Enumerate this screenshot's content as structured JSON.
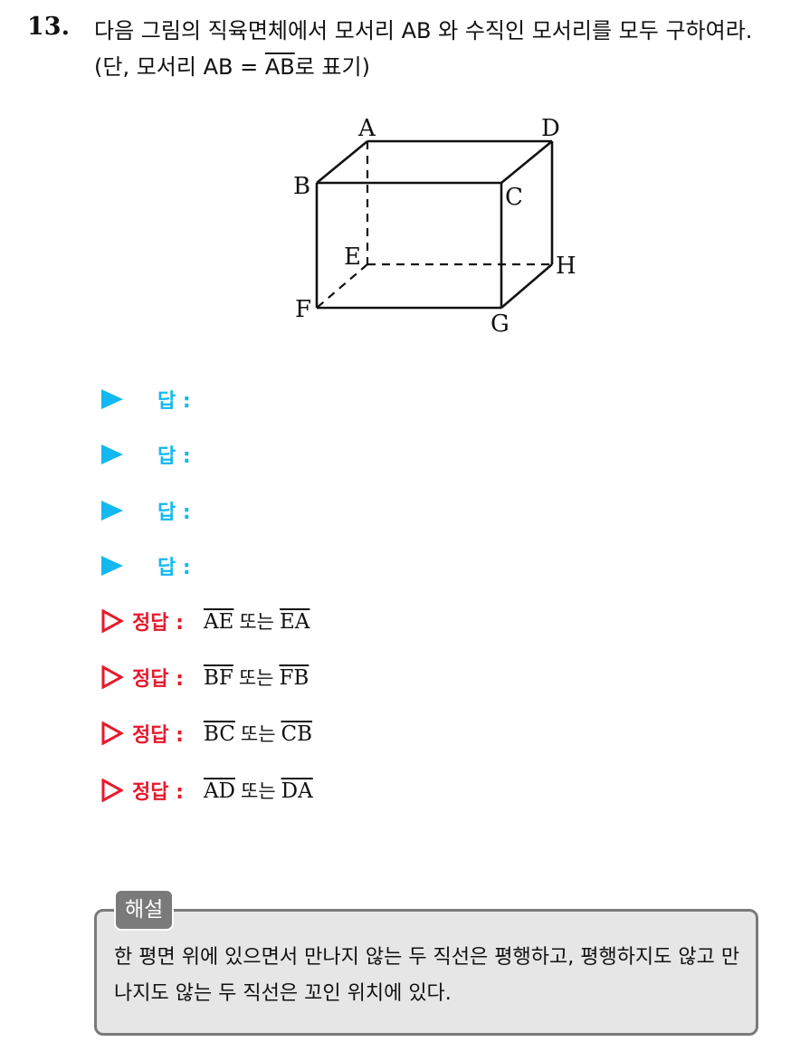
{
  "question": {
    "number": "13.",
    "text_part1": "다음 그림의 직육면체에서 모서리 AB 와 수직인 모서리를 모두 구하여라.(단, 모서리 AB = ",
    "text_over": "AB",
    "text_part2": "로 표기)"
  },
  "figure": {
    "vertices": {
      "A": "A",
      "B": "B",
      "C": "C",
      "D": "D",
      "E": "E",
      "F": "F",
      "G": "G",
      "H": "H"
    }
  },
  "answers": [
    {
      "label": "답 :"
    },
    {
      "label": "답 :"
    },
    {
      "label": "답 :"
    },
    {
      "label": "답 :"
    }
  ],
  "solutions": [
    {
      "label": "정답 :",
      "a": "AE",
      "conj": "또는",
      "b": "EA"
    },
    {
      "label": "정답 :",
      "a": "BF",
      "conj": "또는",
      "b": "FB"
    },
    {
      "label": "정답 :",
      "a": "BC",
      "conj": "또는",
      "b": "CB"
    },
    {
      "label": "정답 :",
      "a": "AD",
      "conj": "또는",
      "b": "DA"
    }
  ],
  "explanation": {
    "tag": "해설",
    "text": "한 평면 위에 있으면서 만나지 않는 두 직선은 평행하고, 평행하지도 않고 만나지도 않는 두 직선은 꼬인 위치에 있다."
  },
  "colors": {
    "answer_accent": "#14b8f0",
    "solution_accent": "#e8192c",
    "box_border": "#7a7a7a",
    "box_fill": "#e6e6e6"
  }
}
